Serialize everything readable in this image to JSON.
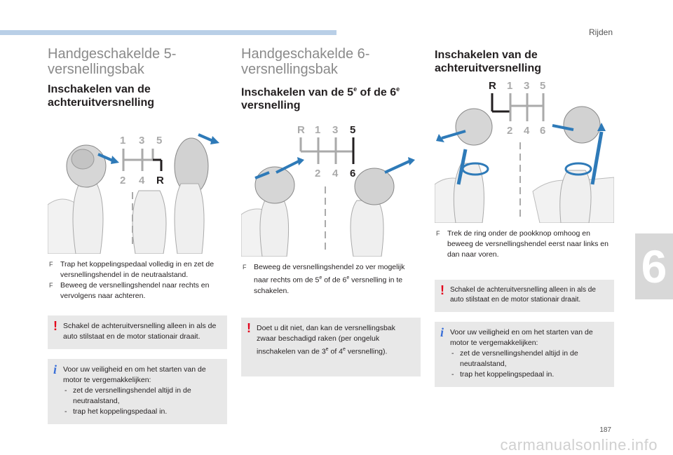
{
  "header": {
    "section": "Rijden"
  },
  "chapter": "6",
  "page_number": "187",
  "watermark": "carmanualsonline.info",
  "col1": {
    "title": "Handgeschakelde 5-versnellingsbak",
    "subtitle": "Inschakelen van de achteruitversnelling",
    "gear_labels_top": [
      "1",
      "3",
      "5"
    ],
    "gear_labels_bottom": [
      "2",
      "4",
      "R"
    ],
    "bullets": [
      "Trap het koppelingspedaal volledig in en zet de versnellingshendel in de neutraalstand.",
      "Beweeg de versnellingshendel naar rechts en vervolgens naar achteren."
    ],
    "warning": "Schakel de achteruitversnelling alleen in als de auto stilstaat en de motor stationair draait.",
    "info_intro": "Voor uw veiligheid en om het starten van de motor te vergemakkelijken:",
    "info_items": [
      "zet de versnellingshendel altijd in de neutraalstand,",
      "trap het koppelingspedaal in."
    ]
  },
  "col2": {
    "title": "Handgeschakelde 6-versnellingsbak",
    "subtitle_a": "Inschakelen van de 5",
    "subtitle_sup1": "e",
    "subtitle_b": " of de 6",
    "subtitle_sup2": "e",
    "subtitle_c": " versnelling",
    "gear_labels_top": [
      "R",
      "1",
      "3",
      "5"
    ],
    "gear_labels_bottom": [
      "2",
      "4",
      "6"
    ],
    "bullet_a": "Beweeg de versnellingshendel zo ver mogelijk naar rechts om de 5",
    "bullet_sup1": "e",
    "bullet_b": " of de 6",
    "bullet_sup2": "e",
    "bullet_c": " versnelling in te schakelen.",
    "warning_a": "Doet u dit niet, dan kan de versnellingsbak zwaar beschadigd raken (per ongeluk inschakelen van de 3",
    "warning_sup1": "e",
    "warning_b": " of 4",
    "warning_sup2": "e",
    "warning_c": " versnelling)."
  },
  "col3": {
    "title": "Inschakelen van de achteruitversnelling",
    "gear_labels_top": [
      "R",
      "1",
      "3",
      "5"
    ],
    "gear_labels_bottom": [
      "2",
      "4",
      "6"
    ],
    "bullets": [
      "Trek de ring onder de pookknop omhoog en beweeg de versnellingshendel eerst naar links en dan naar voren."
    ],
    "warning": "Schakel de achteruitversnelling alleen in als de auto stilstaat en de motor stationair draait.",
    "info_intro": "Voor uw veiligheid en om het starten van de motor te vergemakkelijken:",
    "info_items": [
      "zet de versnellingshendel altijd in de neutraalstand,",
      "trap het koppelingspedaal in."
    ]
  }
}
